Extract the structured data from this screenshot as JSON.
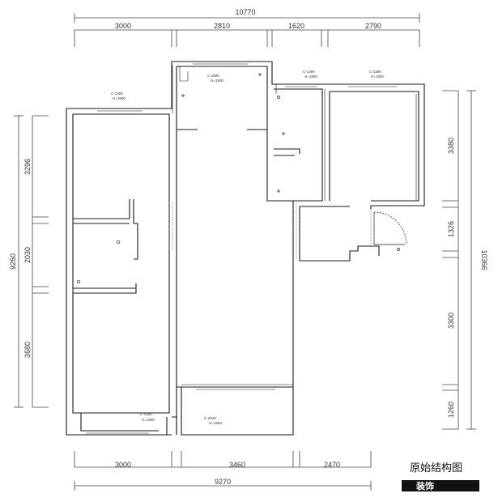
{
  "drawing": {
    "title": "原始结构图",
    "subtitle": "装饰",
    "colors": {
      "line": "#1a1a1a",
      "dimension_line": "#444444",
      "background": "#ffffff",
      "text": "#333333"
    }
  },
  "dimensions": {
    "top_total": "10770",
    "top_segments": [
      "3000",
      "2810",
      "1620",
      "2790"
    ],
    "bottom_total": "9270",
    "bottom_segments": [
      "3000",
      "3460",
      "2470"
    ],
    "left_total": "9260",
    "left_segments": [
      "3296",
      "2030",
      "3680"
    ],
    "right_total": "10366",
    "right_segments": [
      "3380",
      "1326",
      "3300",
      "1260"
    ]
  },
  "windows": [
    {
      "label": "C-1390",
      "sublabel": "H=1900"
    },
    {
      "label": "C-1890",
      "sublabel": "H=1900"
    },
    {
      "label": "C-1390",
      "sublabel": "H=1900"
    },
    {
      "label": "C-1390",
      "sublabel": "H=1900"
    },
    {
      "label": "C-1390",
      "sublabel": "H=1900"
    },
    {
      "label": "C-2940",
      "sublabel": "H=1900"
    }
  ]
}
